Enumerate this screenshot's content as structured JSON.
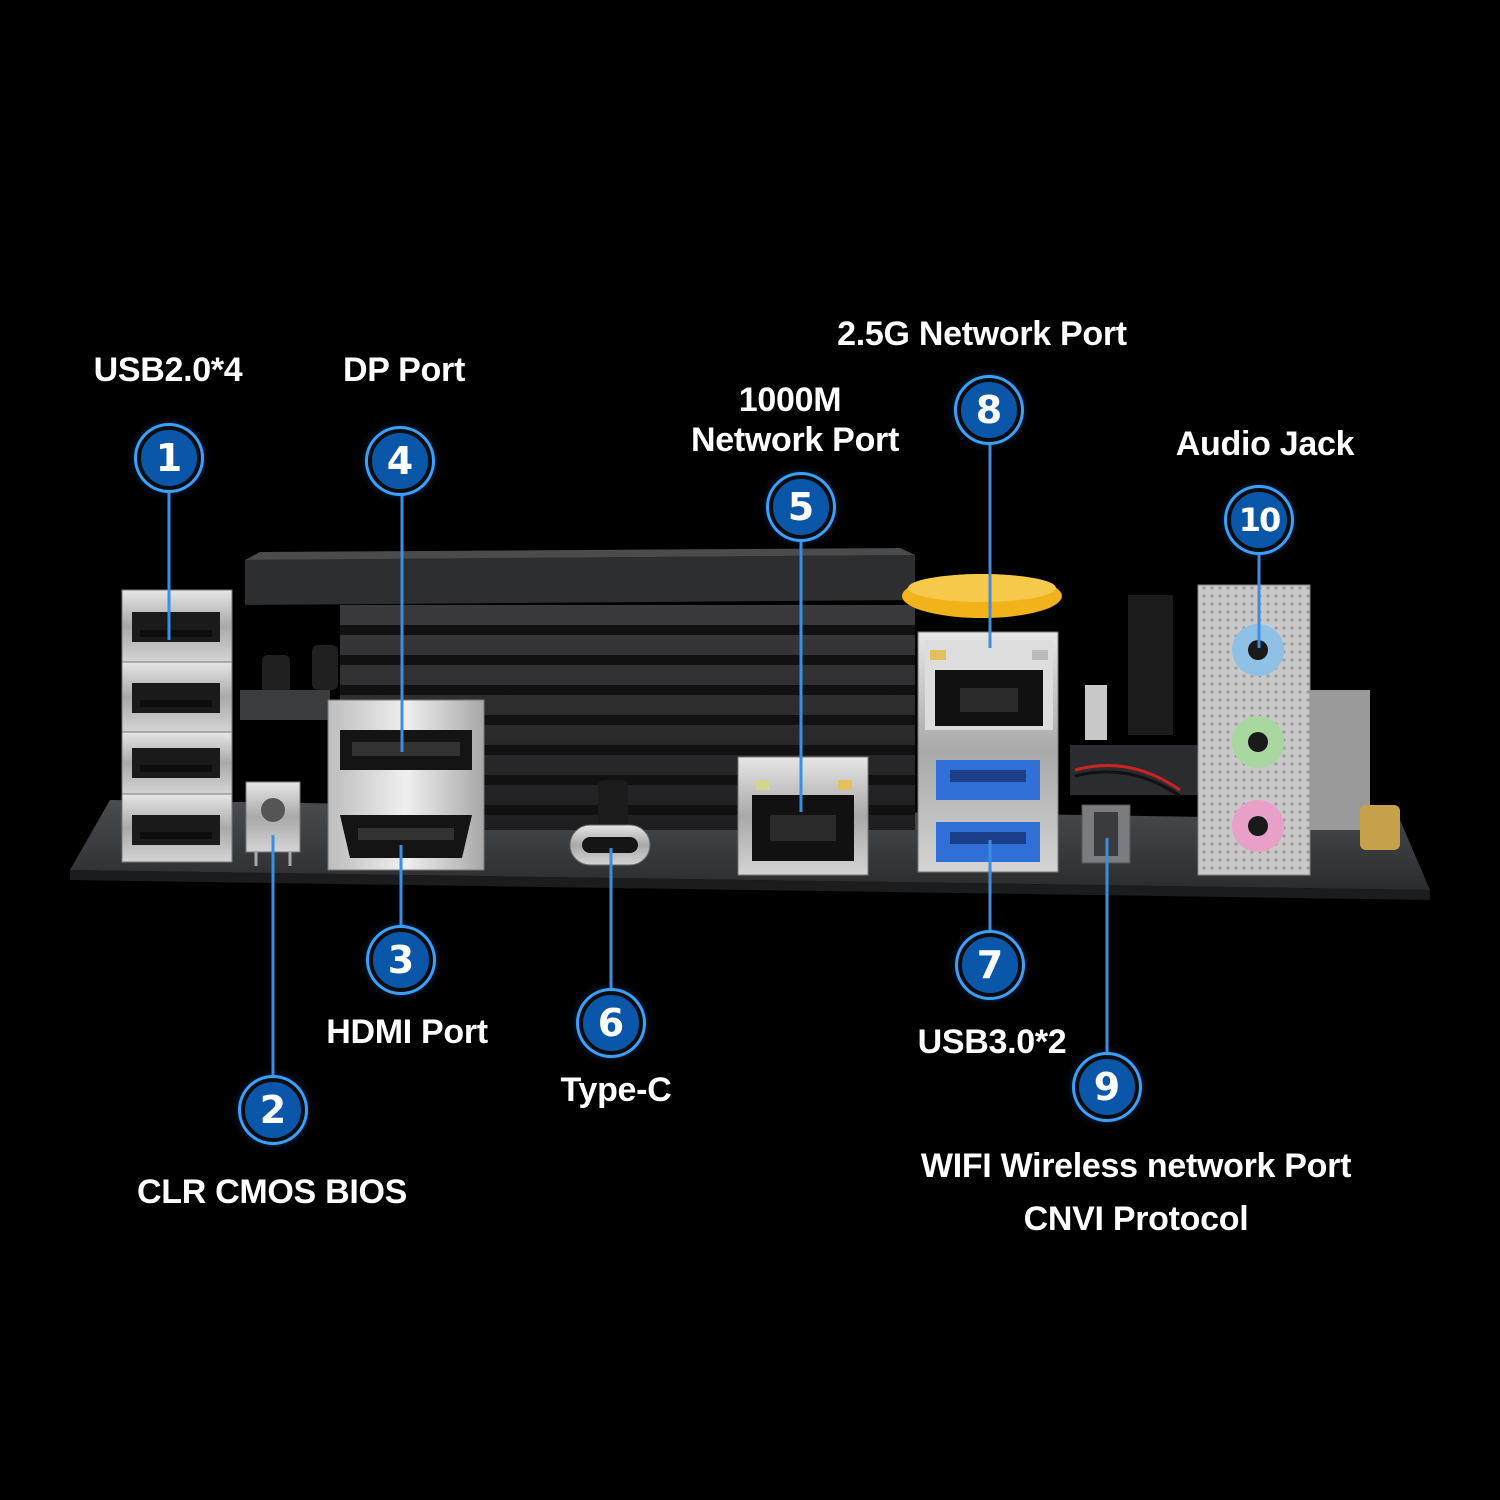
{
  "colors": {
    "background": "#000000",
    "badge_fill": "#0a56a8",
    "badge_ring": "#3aa0ff",
    "leader_line": "#3b8fe0",
    "label_text": "#ffffff",
    "usb3_blue": "#2f6fd6",
    "audio_blue": "#8fc0e6",
    "audio_green": "#a8d8a0",
    "audio_pink": "#e8a0c8",
    "battery_yellow": "#f2b21a"
  },
  "callouts": [
    {
      "number": "1",
      "label": "USB2.0*4"
    },
    {
      "number": "2",
      "label": "CLR CMOS BIOS"
    },
    {
      "number": "3",
      "label": "HDMI Port"
    },
    {
      "number": "4",
      "label": "DP Port"
    },
    {
      "number": "5",
      "label_lines": [
        "1000M",
        "Network Port"
      ]
    },
    {
      "number": "6",
      "label": "Type-C"
    },
    {
      "number": "7",
      "label": "USB3.0*2"
    },
    {
      "number": "8",
      "label": "2.5G Network Port"
    },
    {
      "number": "9",
      "label_lines": [
        "WIFI Wireless network Port",
        "CNVI Protocol"
      ]
    },
    {
      "number": "10",
      "label": "Audio Jack"
    }
  ]
}
